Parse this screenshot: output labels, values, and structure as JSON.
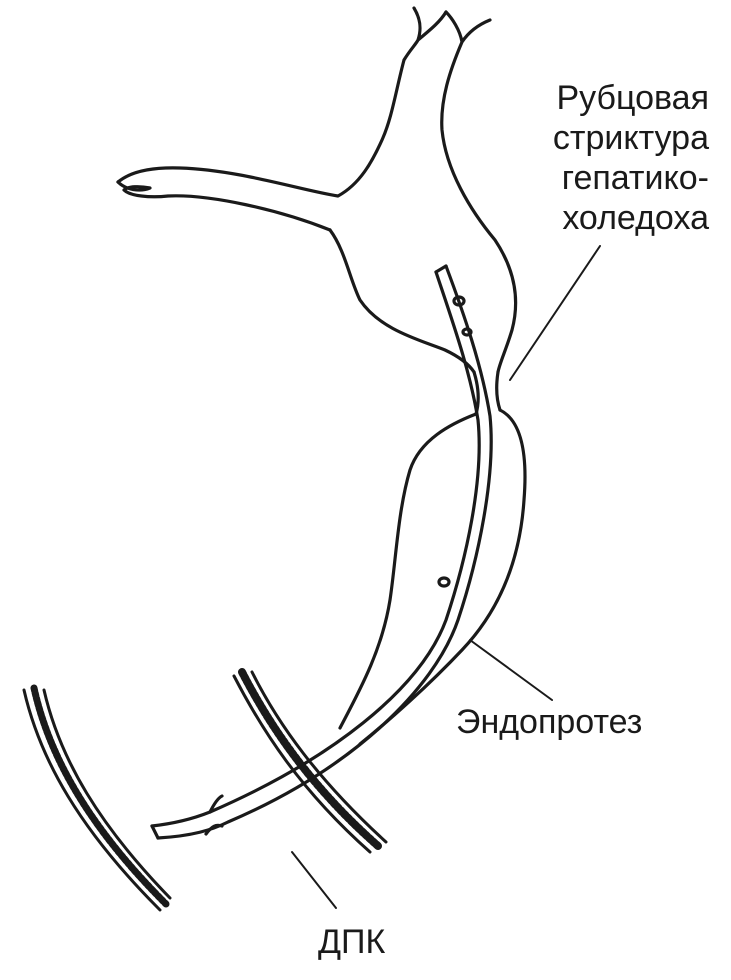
{
  "labels": {
    "stricture": [
      "Рубцовая",
      "стриктура",
      "гепатико-",
      "холедоха"
    ],
    "stent": "Эндопротез",
    "duodenum": "ДПК"
  },
  "colors": {
    "ink": "#1a1a1a",
    "background": "#ffffff"
  }
}
